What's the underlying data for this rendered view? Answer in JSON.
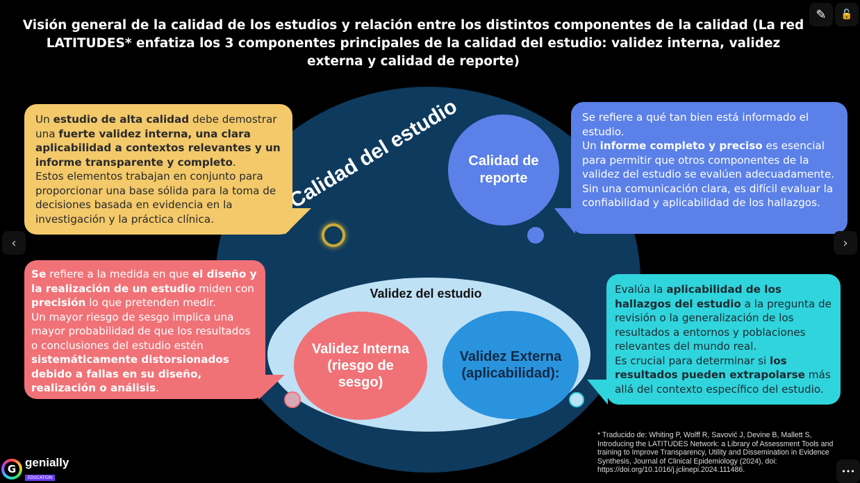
{
  "title": "Visión general de la calidad de los estudios y relación entre los distintos componentes de la calidad (La red LATITUDES* enfatiza los 3 componentes principales de la calidad del estudio: validez interna, validez externa y calidad de reporte)",
  "diagram": {
    "outer_label": "Calidad del estudio",
    "reporting_label": "Calidad de reporte",
    "inner_label": "Validez del estudio",
    "internal_label": "Validez Interna (riesgo de sesgo)",
    "external_label": "Validez Externa (aplicabilidad):"
  },
  "callouts": {
    "yellow": [
      {
        "t": "Un ",
        "b": false
      },
      {
        "t": "estudio de alta calidad",
        "b": true
      },
      {
        "t": " debe demostrar una ",
        "b": false
      },
      {
        "t": "fuerte validez interna, una clara aplicabilidad a contextos relevantes y un informe transparente y completo",
        "b": true
      },
      {
        "t": ".",
        "b": false
      },
      {
        "t": "\nEstos elementos trabajan en conjunto para proporcionar una base sólida para la toma de decisiones basada en evidencia en la investigación y la práctica clínica.",
        "b": false
      }
    ],
    "blue": [
      {
        "t": "Se refiere a qué tan bien está informado el estudio.\nUn ",
        "b": false
      },
      {
        "t": "informe completo y preciso",
        "b": true
      },
      {
        "t": " es esencial para permitir que otros componentes de la validez del estudio se evalúen adecuadamente.\nSin una comunicación clara, es difícil evaluar la confiabilidad y aplicabilidad de los hallazgos.",
        "b": false
      }
    ],
    "red": [
      {
        "t": "Se",
        "b": true
      },
      {
        "t": " refiere a la medida en que ",
        "b": false
      },
      {
        "t": "el diseño y la realización de un estudio",
        "b": true
      },
      {
        "t": " miden con ",
        "b": false
      },
      {
        "t": "precisión",
        "b": true
      },
      {
        "t": " lo que pretenden medir.\nUn mayor riesgo de sesgo implica una mayor probabilidad de que los resultados o conclusiones del estudio estén ",
        "b": false
      },
      {
        "t": "sistemáticamente distorsionados debido a fallas en su diseño, realización o análisis",
        "b": true
      },
      {
        "t": ".",
        "b": false
      }
    ],
    "teal": [
      {
        "t": "Evalúa la ",
        "b": false
      },
      {
        "t": "aplicabilidad de los hallazgos del estudio",
        "b": true
      },
      {
        "t": " a la pregunta de revisión o la generalización de los resultados a entornos y poblaciones relevantes del mundo real.\nEs crucial para determinar si ",
        "b": false
      },
      {
        "t": "los resultados pueden extrapolarse",
        "b": true
      },
      {
        "t": " más allá del contexto específico del estudio.",
        "b": false
      }
    ]
  },
  "footnote": "* Traducido de: Whiting P, Wolff R, Savović J, Devine B, Mallett S, Introducing the LATITUDES Network: a Library of Assessment Tools and training to Improve Transparency, Utility and Dissemination in Evidence Synthesis, Journal of Clinical Epidemiology (2024), doi: https://doi.org/10.1016/j.jclinepi.2024.111486.",
  "logo": {
    "name": "genially",
    "badge": "EDUCATION"
  },
  "controls": {
    "prev": "‹",
    "next": "›",
    "more": "•••",
    "edit": "✎",
    "unlock": "🔓"
  },
  "colors": {
    "yellow": "#f3c96a",
    "blue": "#5b80e8",
    "red": "#f07277",
    "teal": "#30d4dc",
    "dark": "#0e3a5e",
    "light": "#bfe1f6",
    "ext": "#2a93dd"
  }
}
